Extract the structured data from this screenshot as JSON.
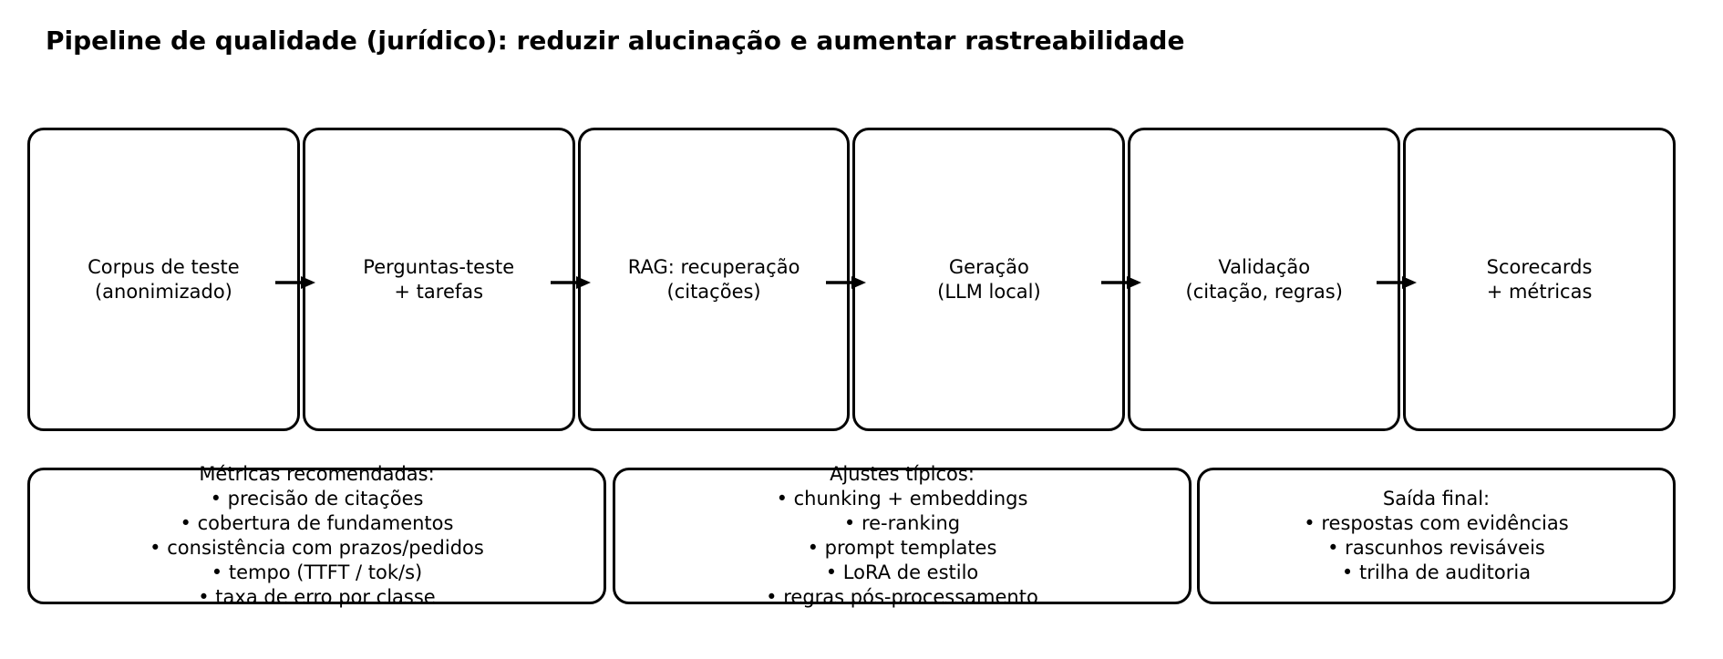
{
  "title": "Pipeline de qualidade (jurídico): reduzir alucinação e aumentar rastreabilidade",
  "colors": {
    "ink": "#000000",
    "paper": "#ffffff"
  },
  "flow_steps": [
    {
      "line1": "Corpus de teste",
      "line2": "(anonimizado)"
    },
    {
      "line1": "Perguntas-teste",
      "line2": "+ tarefas"
    },
    {
      "line1": "RAG: recuperação",
      "line2": "(citações)"
    },
    {
      "line1": "Geração",
      "line2": "(LLM local)"
    },
    {
      "line1": "Validação",
      "line2": "(citação, regras)"
    },
    {
      "line1": "Scorecards",
      "line2": "+ métricas"
    }
  ],
  "note_boxes": [
    {
      "heading": "Métricas recomendadas:",
      "items": [
        "• precisão de citações",
        "• cobertura de fundamentos",
        "• consistência com prazos/pedidos",
        "• tempo (TTFT / tok/s)",
        "• taxa de erro por classe"
      ]
    },
    {
      "heading": "Ajustes típicos:",
      "items": [
        "• chunking + embeddings",
        "• re-ranking",
        "• prompt templates",
        "• LoRA de estilo",
        "• regras pós-processamento"
      ]
    },
    {
      "heading": "Saída final:",
      "items": [
        "• respostas com evidências",
        "• rascunhos revisáveis",
        "• trilha de auditoria"
      ]
    }
  ]
}
